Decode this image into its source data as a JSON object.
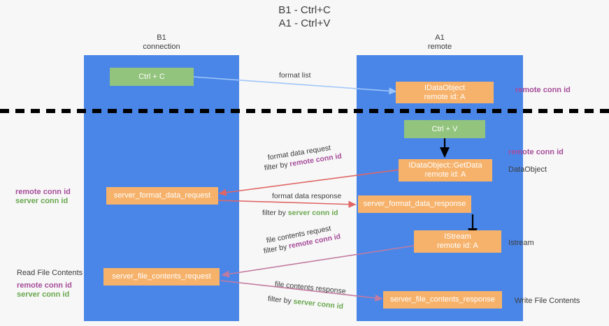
{
  "title": {
    "line1": "B1 - Ctrl+C",
    "line2": "A1 - Ctrl+V"
  },
  "columns": [
    {
      "name": "B1",
      "role": "connection"
    },
    {
      "name": "A1",
      "role": "remote"
    }
  ],
  "nodes": {
    "ctrl_c": "Ctrl + C",
    "ctrl_v": "Ctrl + V",
    "idataobject_line1": "IDataObject",
    "idataobject_line2": "remote id: A",
    "getdata_line1": "IDataObject::GetData",
    "getdata_line2": "remote id: A",
    "istream_line1": "IStream",
    "istream_line2": "remote id: A",
    "server_format_data_request": "server_format_data_request",
    "server_format_data_response": "server_format_data_response",
    "server_file_contents_request": "server_file_contents_request",
    "server_file_contents_response": "server_file_contents_response"
  },
  "edge_labels": {
    "format_list": "format list",
    "format_data_request": "format data request",
    "format_data_response": "format data response",
    "file_contents_request": "file contents request",
    "file_contents_response": "file contents response",
    "filter_by": "filter by ",
    "remote_conn_id": "remote conn id",
    "server_conn_id": "server conn id"
  },
  "annotations": {
    "right_remote_conn_id_top": "remote conn id",
    "right_remote_conn_id_mid": "remote conn id",
    "right_dataobject": "DataObject",
    "right_istream": "Istream",
    "right_write_file_contents": "Write File Contents",
    "left_read_file_contents": "Read File Contents",
    "left_remote_conn_id_mid": "remote conn id",
    "left_server_conn_id_mid": "server conn id",
    "left_remote_conn_id_bottom": "remote conn id",
    "left_server_conn_id_bottom": "server conn id"
  },
  "colors": {
    "lane": "#4a86e8",
    "node_orange": "#f6b26b",
    "node_green": "#93c47d",
    "arrow_blue": "#9fc5f8",
    "arrow_red": "#e06666",
    "arrow_magenta": "#c27ba0",
    "arrow_black": "#000000",
    "text_purple": "#a64d9a",
    "text_green": "#6aa84f",
    "background": "#f7f7f7"
  }
}
